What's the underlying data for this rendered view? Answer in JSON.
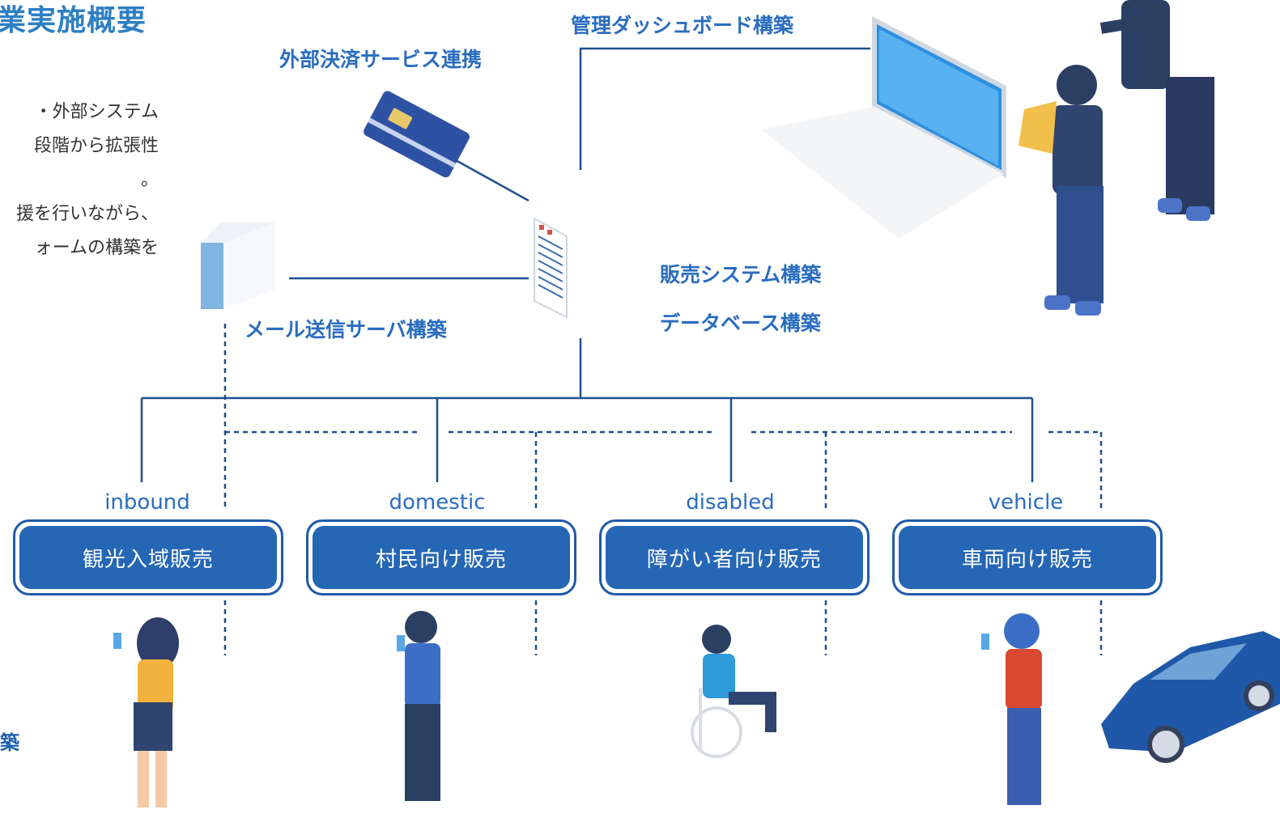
{
  "header": {
    "title": "業実施概要"
  },
  "intro": {
    "lines": [
      "・外部システム",
      "段階から拡張性",
      "。",
      "援を行いながら、",
      "ォームの構築を"
    ]
  },
  "left_footer": "築",
  "labels": {
    "dashboard": "管理ダッシュボード構築",
    "payment": "外部決済サービス連携",
    "mail_server": "メール送信サーバ構築",
    "sales_system": "販売システム構築",
    "database": "データベース構築"
  },
  "categories": [
    {
      "tag": "inbound",
      "label": "観光入域販売"
    },
    {
      "tag": "domestic",
      "label": "村民向け販売"
    },
    {
      "tag": "disabled",
      "label": "障がい者向け販売"
    },
    {
      "tag": "vehicle",
      "label": "車両向け販売"
    }
  ],
  "colors": {
    "accent": "#2a6dbf",
    "box_fill": "#2566b5",
    "line": "#1f4f8f"
  }
}
